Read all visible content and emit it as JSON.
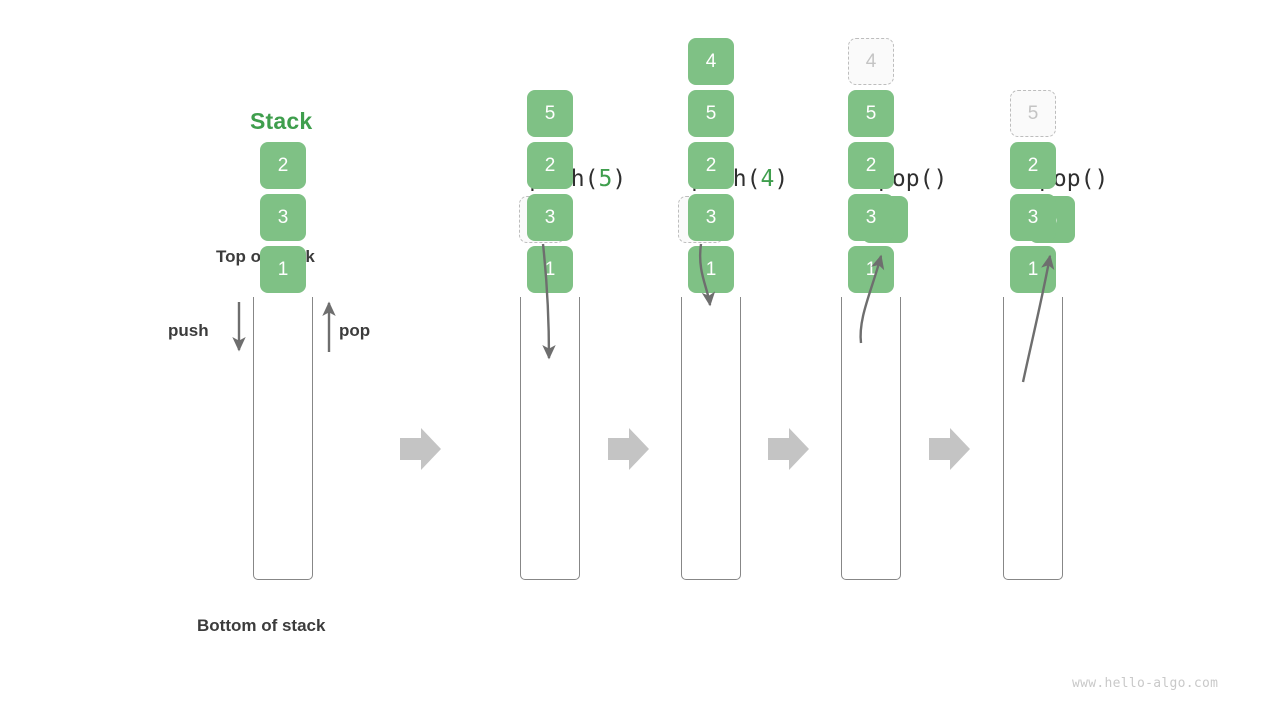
{
  "title": "Stack",
  "labels": {
    "top_of_stack": "Top of stack",
    "bottom_of_stack": "Bottom of stack",
    "push": "push",
    "pop": "pop",
    "watermark": "www.hello-algo.com"
  },
  "colors": {
    "accent_green": "#3f9e4d",
    "cell_green": "#7fc185",
    "ghost_border": "#bdbdbd",
    "ghost_fill": "#fafafa",
    "ghost_text": "#c4c4c4",
    "frame_gray": "#878787",
    "arrow_gray": "#6e6e6e",
    "step_arrow_gray": "#c4c4c4",
    "text_dark": "#3c3c3c",
    "watermark_gray": "#c9c9c9"
  },
  "stages": [
    {
      "id": "initial",
      "caption_prefix": "",
      "caption_arg": "",
      "caption_suffix": "",
      "items": [
        {
          "value": "1",
          "state": "solid"
        },
        {
          "value": "3",
          "state": "solid"
        },
        {
          "value": "2",
          "state": "solid"
        }
      ],
      "floating": null
    },
    {
      "id": "push-5",
      "caption_prefix": "push(",
      "caption_arg": "5",
      "caption_suffix": ")",
      "items": [
        {
          "value": "1",
          "state": "solid"
        },
        {
          "value": "3",
          "state": "solid"
        },
        {
          "value": "2",
          "state": "solid"
        },
        {
          "value": "5",
          "state": "solid"
        }
      ],
      "floating": {
        "value": "5",
        "state": "ghost"
      }
    },
    {
      "id": "push-4",
      "caption_prefix": "push(",
      "caption_arg": "4",
      "caption_suffix": ")",
      "items": [
        {
          "value": "1",
          "state": "solid"
        },
        {
          "value": "3",
          "state": "solid"
        },
        {
          "value": "2",
          "state": "solid"
        },
        {
          "value": "5",
          "state": "solid"
        },
        {
          "value": "4",
          "state": "solid"
        }
      ],
      "floating": {
        "value": "4",
        "state": "ghost"
      }
    },
    {
      "id": "pop-1",
      "caption_prefix": "pop()",
      "caption_arg": "",
      "caption_suffix": "",
      "items": [
        {
          "value": "1",
          "state": "solid"
        },
        {
          "value": "3",
          "state": "solid"
        },
        {
          "value": "2",
          "state": "solid"
        },
        {
          "value": "5",
          "state": "solid"
        },
        {
          "value": "4",
          "state": "ghost"
        }
      ],
      "floating": {
        "value": "4",
        "state": "solid"
      }
    },
    {
      "id": "pop-2",
      "caption_prefix": "pop()",
      "caption_arg": "",
      "caption_suffix": "",
      "items": [
        {
          "value": "1",
          "state": "solid"
        },
        {
          "value": "3",
          "state": "solid"
        },
        {
          "value": "2",
          "state": "solid"
        },
        {
          "value": "5",
          "state": "ghost"
        }
      ],
      "floating": {
        "value": "5",
        "state": "solid"
      }
    }
  ]
}
